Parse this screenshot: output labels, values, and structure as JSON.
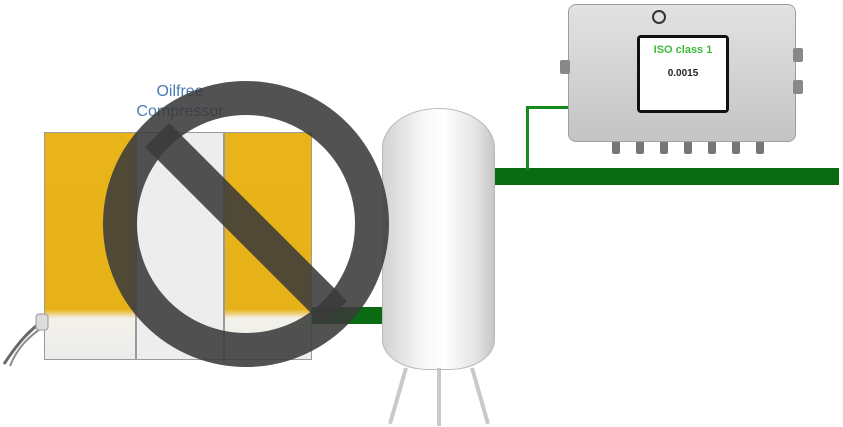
{
  "compressor": {
    "label_line1": "Oilfree",
    "label_line2": "Compressor"
  },
  "device": {
    "screen_title": "ISO class 1",
    "screen_value": "0.0015"
  },
  "colors": {
    "pipe": "#0b6b12",
    "compressor_fill": "#e8b41a",
    "label": "#4a7ab0",
    "prohibit": "#3a3a3a",
    "screen_green": "#3cba3c"
  },
  "icons": {
    "prohibition": "prohibition-icon"
  }
}
